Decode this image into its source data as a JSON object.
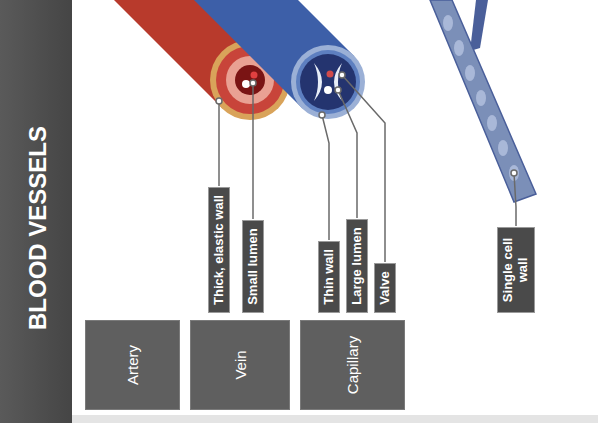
{
  "diagram": {
    "title": "BLOOD VESSELS",
    "nodes": [
      {
        "text": [
          "Artery"
        ]
      },
      {
        "text": [
          "Thick, elastic wall"
        ]
      },
      {
        "text": [
          "Small lumen"
        ]
      },
      {
        "text": [
          "Vein"
        ]
      },
      {
        "text": [
          "Thin wall"
        ]
      },
      {
        "text": [
          "Large lumen"
        ]
      },
      {
        "text": [
          "Valve"
        ]
      },
      {
        "text": [
          "Capillary"
        ]
      },
      {
        "text": [
          "Single cell wall"
        ]
      }
    ]
  }
}
